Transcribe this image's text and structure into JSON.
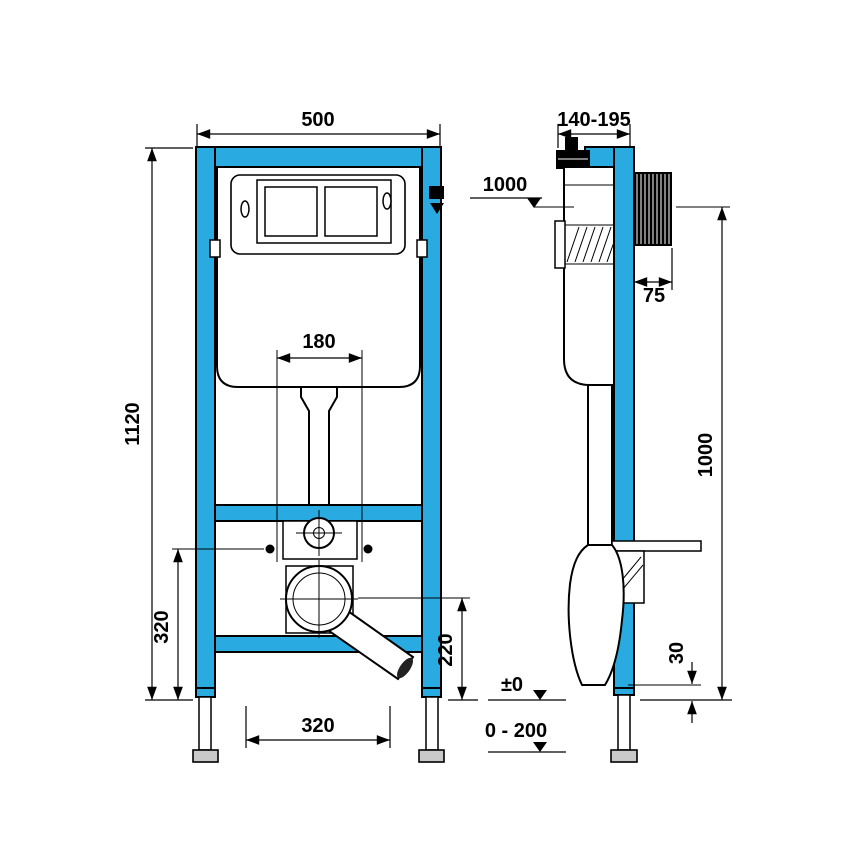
{
  "colors": {
    "frame": "#29ABE2",
    "line": "#000000",
    "background": "#FFFFFF"
  },
  "dims": {
    "front_width": "500",
    "depth_range": "140-195",
    "flush_plate_level": "1000",
    "block_width": "75",
    "frame_height": "1120",
    "pipe_spacing": "180",
    "side_height": "1000",
    "bolt_height": "320",
    "outlet_center_height": "220",
    "bend_clearance": "30",
    "floor_level": "±0",
    "foot_adjustment": "0 - 200",
    "base_spacing": "320"
  }
}
